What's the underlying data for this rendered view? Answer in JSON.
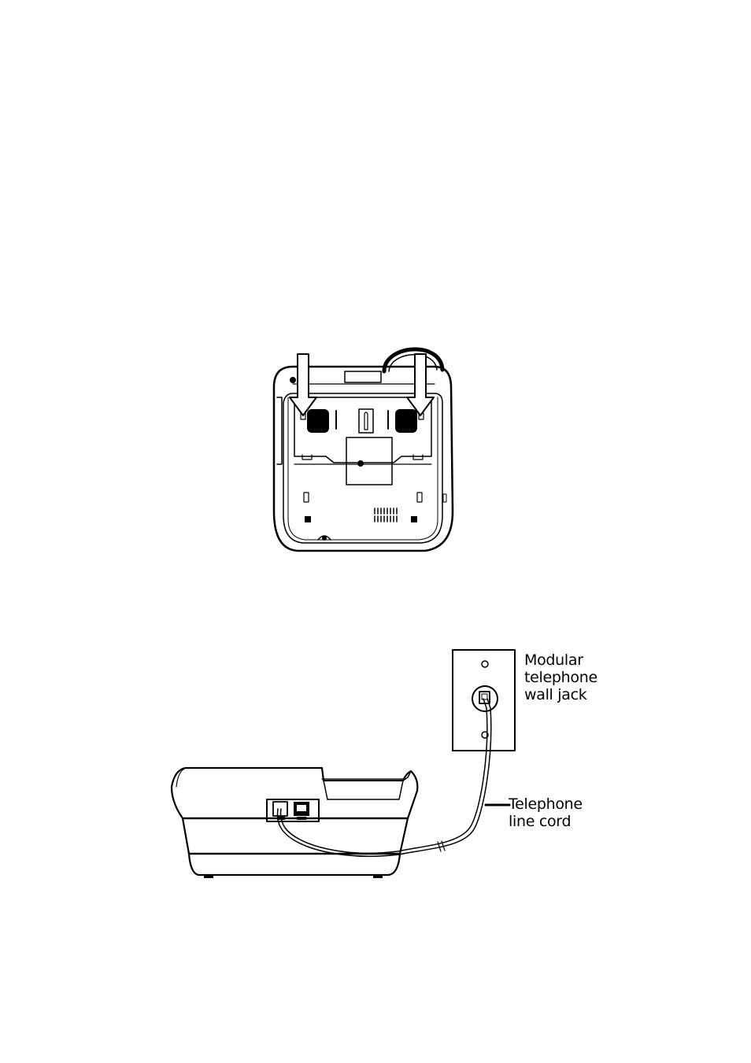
{
  "figure_top": {
    "name": "base-underside-figure"
  },
  "figure_bottom": {
    "wall_jack_label": {
      "line1": "Modular",
      "line2": "telephone",
      "line3": "wall jack"
    },
    "line_cord_label": {
      "line1": "Telephone",
      "line2": "line cord"
    }
  }
}
